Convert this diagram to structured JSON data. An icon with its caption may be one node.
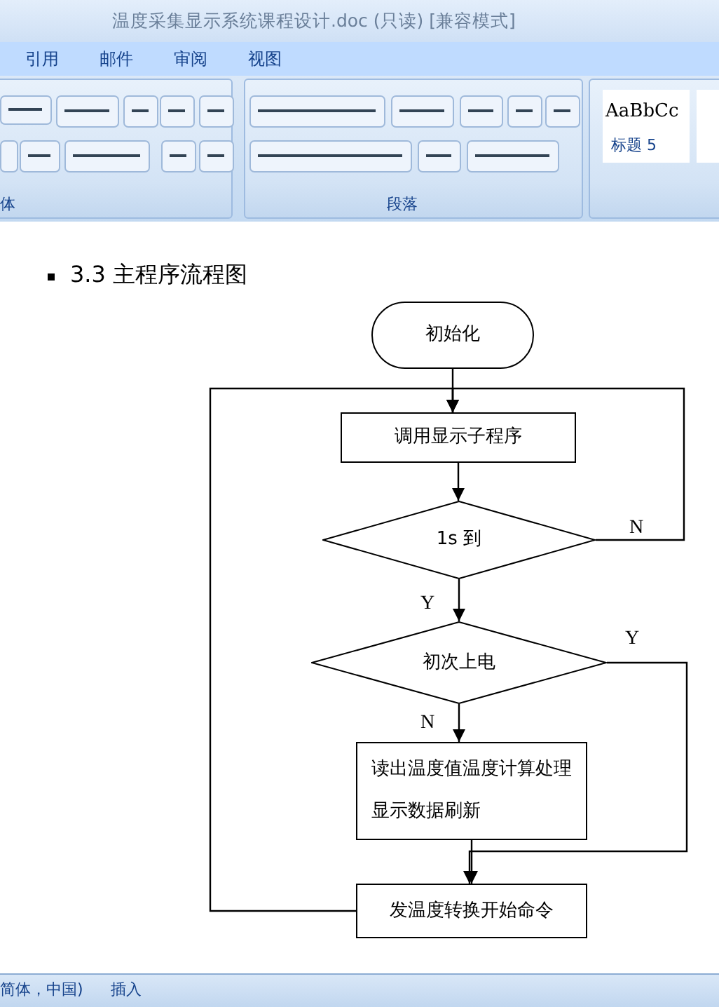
{
  "diagram": {
    "title": "3.3 主程序流程图",
    "nodes": [
      {
        "text": [
          "初始化"
        ]
      },
      {
        "text": [
          "调用显示子程序"
        ]
      },
      {
        "text": [
          "1s 到"
        ]
      },
      {
        "text": [
          "初次上电"
        ]
      },
      {
        "text": [
          "读出温度值温度计算处理显示数据刷新"
        ]
      },
      {
        "text": [
          "发温度转换开始命令"
        ]
      }
    ],
    "edges": [
      {
        "from": 0,
        "to": 1,
        "arrow": "to"
      },
      {
        "from": 1,
        "to": 2,
        "arrow": "to"
      },
      {
        "from": 2,
        "to": 3,
        "arrow": "to",
        "label": "Y"
      },
      {
        "from": 2,
        "to": 1,
        "arrow": "to",
        "label": "N"
      },
      {
        "from": 3,
        "to": 4,
        "arrow": "to",
        "label": "N"
      },
      {
        "from": 3,
        "to": 5,
        "arrow": "to",
        "label": "Y"
      },
      {
        "from": 4,
        "to": 5,
        "arrow": "to"
      },
      {
        "from": 5,
        "to": 1,
        "arrow": "to"
      }
    ],
    "labels": [
      "温度采集显示系统课程设计.doc (只读) [兼容模式]",
      "引用",
      "邮件",
      "审阅",
      "视图",
      "AaBbCc",
      "标题 5",
      "体",
      "段落",
      "简体，中国)",
      "插入"
    ]
  }
}
